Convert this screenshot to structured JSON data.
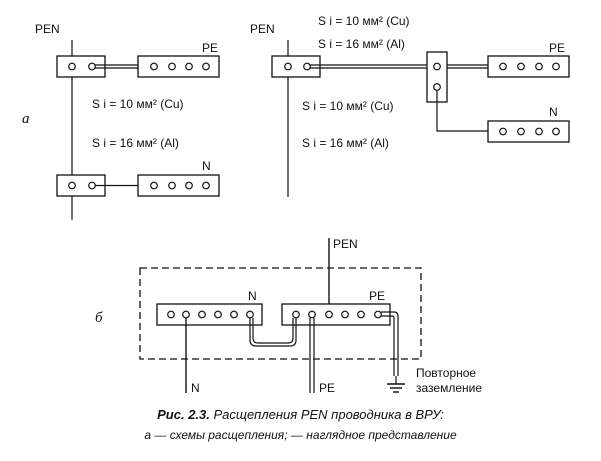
{
  "labels": {
    "pen": "PEN",
    "pe": "PE",
    "n": "N",
    "mark_a": "а",
    "mark_b": "б",
    "cu_line": "S i = 10 мм² (Cu)",
    "al_line": "S i = 16 мм² (Al)",
    "reground_1": "Повторное",
    "reground_2": "заземление"
  },
  "caption": {
    "figure": "Рис. 2.3.",
    "title": " Расщепления PEN проводника в ВРУ:",
    "subtitle": "а — схемы расщепления; — наглядное представление"
  }
}
